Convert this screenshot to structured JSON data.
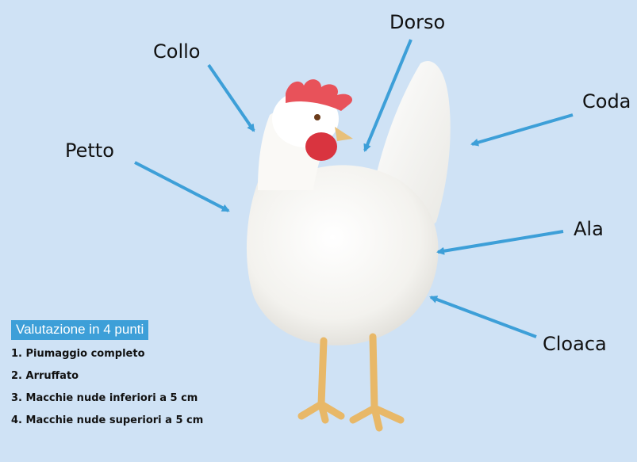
{
  "labels": {
    "dorso": "Dorso",
    "collo": "Collo",
    "coda": "Coda",
    "petto": "Petto",
    "ala": "Ala",
    "cloaca": "Cloaca"
  },
  "legend": {
    "title": "Valutazione in 4 punti",
    "items": [
      "1. Piumaggio completo",
      "2. Arruffato",
      "3. Macchie nude inferiori a 5 cm",
      "4. Macchie nude superiori a 5 cm"
    ]
  },
  "colors": {
    "background": "#cfe2f5",
    "arrow": "#3d9fd8",
    "legend_title_bg": "#3d9fd8"
  },
  "icons": {
    "subject": "hen-illustration",
    "pointer": "arrow"
  }
}
